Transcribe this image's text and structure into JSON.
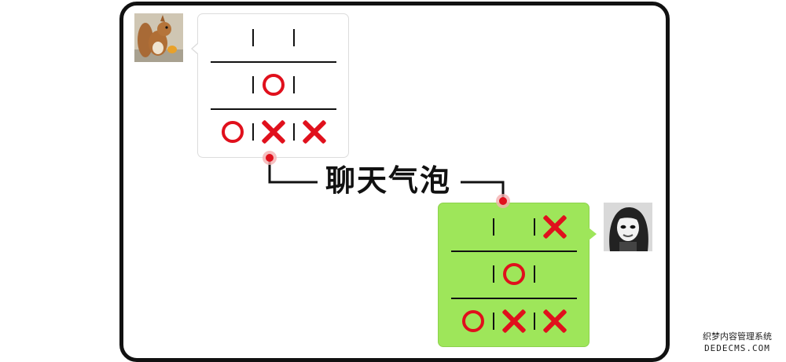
{
  "callout": {
    "label": "聊天气泡"
  },
  "watermark": {
    "line1": "织梦内容管理系统",
    "line2": "DEDECMS.COM"
  },
  "colors": {
    "accent_red": "#e0101c",
    "bubble_green": "#9ee65a",
    "dot_red": "#e0101c"
  },
  "left_message": {
    "avatar": "squirrel-avatar",
    "board": [
      [
        "",
        "",
        ""
      ],
      [
        "",
        "O",
        ""
      ],
      [
        "O",
        "X",
        "X"
      ]
    ]
  },
  "right_message": {
    "avatar": "cartoon-girl-avatar",
    "board": [
      [
        "",
        "",
        "X"
      ],
      [
        "",
        "O",
        ""
      ],
      [
        "O",
        "X",
        "X"
      ]
    ]
  }
}
